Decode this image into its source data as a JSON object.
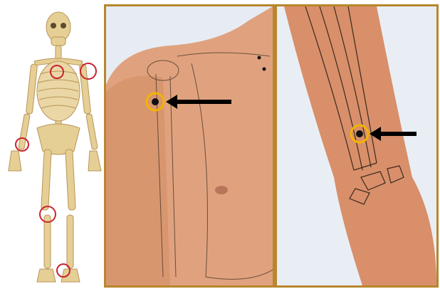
{
  "colors": {
    "frame": "#b8862c",
    "bone": "#e6cf94",
    "bone_shadow": "#c9a765",
    "skin": "#e0a27e",
    "skin_shadow": "#cf8c66",
    "background_sky": "#e7ecf4",
    "marker_ring": "#f2b400",
    "marker_dot": "#111111",
    "skeleton_circle": "#c8242f",
    "arrow": "#000000"
  },
  "panels": [
    {
      "id": "skeleton",
      "content": "full-body-skeleton",
      "highlighted_spots": [
        "right-shoulder",
        "sternum",
        "left-wrist",
        "left-knee",
        "left-ankle"
      ]
    },
    {
      "id": "shoulder",
      "content": "shoulder-anatomy-closeup",
      "marker": "shoulder-point",
      "arrow_direction": "left"
    },
    {
      "id": "wrist",
      "content": "forearm-wrist-closeup",
      "marker": "wrist-point",
      "arrow_direction": "left"
    }
  ]
}
